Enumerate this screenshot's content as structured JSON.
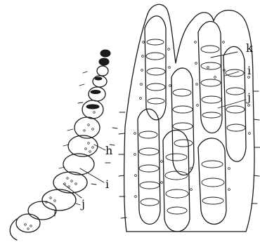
{
  "labels": {
    "h": "h",
    "i_left": "i",
    "j_left": "j",
    "k": "k",
    "i_right": "i",
    "j_right": "j"
  }
}
